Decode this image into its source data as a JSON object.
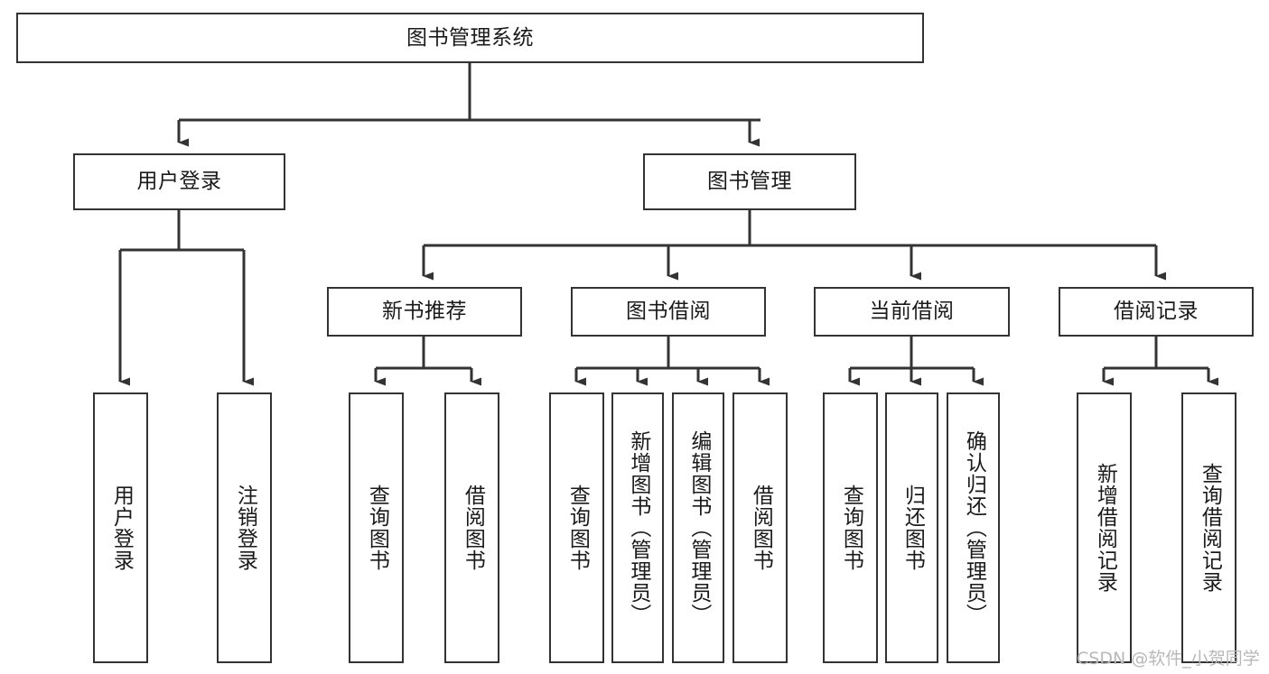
{
  "diagram": {
    "title": "图书管理系统",
    "type": "tree-hierarchy-diagram",
    "root": {
      "label": "图书管理系统"
    },
    "level2": [
      {
        "id": "user-login",
        "label": "用户登录"
      },
      {
        "id": "book-management",
        "label": "图书管理"
      }
    ],
    "level3": [
      {
        "id": "new-book-recommend",
        "label": "新书推荐",
        "parent": "book-management"
      },
      {
        "id": "book-borrow",
        "label": "图书借阅",
        "parent": "book-management"
      },
      {
        "id": "current-borrow",
        "label": "当前借阅",
        "parent": "book-management"
      },
      {
        "id": "borrow-record",
        "label": "借阅记录",
        "parent": "book-management"
      }
    ],
    "leaves": [
      {
        "id": "leaf-user-login",
        "label": "用户登录",
        "parent": "user-login"
      },
      {
        "id": "leaf-logout",
        "label": "注销登录",
        "parent": "user-login"
      },
      {
        "id": "leaf-query-book-1",
        "label": "查询图书",
        "parent": "new-book-recommend"
      },
      {
        "id": "leaf-borrow-book-1",
        "label": "借阅图书",
        "parent": "new-book-recommend"
      },
      {
        "id": "leaf-query-book-2",
        "label": "查询图书",
        "parent": "book-borrow"
      },
      {
        "id": "leaf-add-book",
        "label": "新增图书（管理员）",
        "parent": "book-borrow"
      },
      {
        "id": "leaf-edit-book",
        "label": "编辑图书（管理员）",
        "parent": "book-borrow"
      },
      {
        "id": "leaf-borrow-book-2",
        "label": "借阅图书",
        "parent": "book-borrow"
      },
      {
        "id": "leaf-query-book-3",
        "label": "查询图书",
        "parent": "current-borrow"
      },
      {
        "id": "leaf-return-book",
        "label": "归还图书",
        "parent": "current-borrow"
      },
      {
        "id": "leaf-confirm-return",
        "label": "确认归还（管理员）",
        "parent": "current-borrow"
      },
      {
        "id": "leaf-add-record",
        "label": "新增借阅记录",
        "parent": "borrow-record"
      },
      {
        "id": "leaf-query-record",
        "label": "查询借阅记录",
        "parent": "borrow-record"
      }
    ],
    "colors": {
      "line": "#333333",
      "box_border": "#333333",
      "box_fill": "#ffffff",
      "text": "#1a1a1a",
      "watermark": "#b8b8b8"
    }
  },
  "watermark": {
    "text": "CSDN @软件_小贺同学"
  }
}
